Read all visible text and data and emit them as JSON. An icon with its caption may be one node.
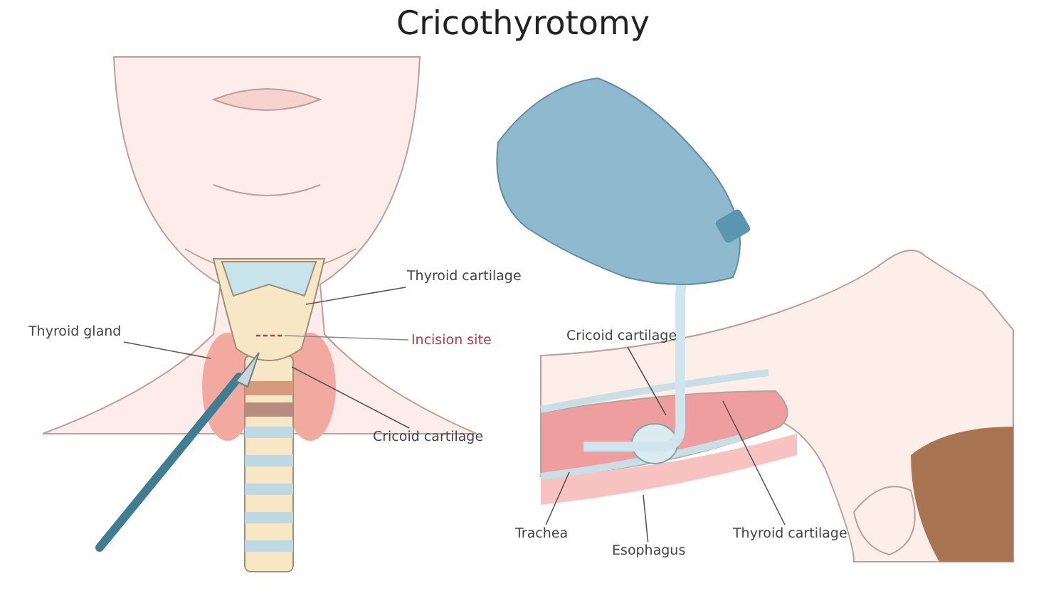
{
  "diagram": {
    "title": "Cricothyrotomy",
    "nodes": [
      {
        "text": [
          "Thyroid cartilage"
        ]
      },
      {
        "text": [
          "Thyroid gland"
        ]
      },
      {
        "text": [
          "Incision site"
        ]
      },
      {
        "text": [
          "Cricoid cartilage"
        ]
      },
      {
        "text": [
          "Cricoid cartilage"
        ]
      },
      {
        "text": [
          "Trachea"
        ]
      },
      {
        "text": [
          "Esophagus"
        ]
      },
      {
        "text": [
          "Thyroid cartilage"
        ]
      }
    ],
    "edges": [
      {
        "from": 0,
        "to": null,
        "arrow": "none"
      },
      {
        "from": 1,
        "to": null,
        "arrow": "none"
      },
      {
        "from": 2,
        "to": null,
        "arrow": "none",
        "color": "#8a8a8a"
      },
      {
        "from": 3,
        "to": null,
        "arrow": "none"
      },
      {
        "from": 4,
        "to": null,
        "arrow": "none"
      },
      {
        "from": 5,
        "to": null,
        "arrow": "none"
      },
      {
        "from": 6,
        "to": null,
        "arrow": "none"
      },
      {
        "from": 7,
        "to": null,
        "arrow": "none"
      }
    ]
  }
}
